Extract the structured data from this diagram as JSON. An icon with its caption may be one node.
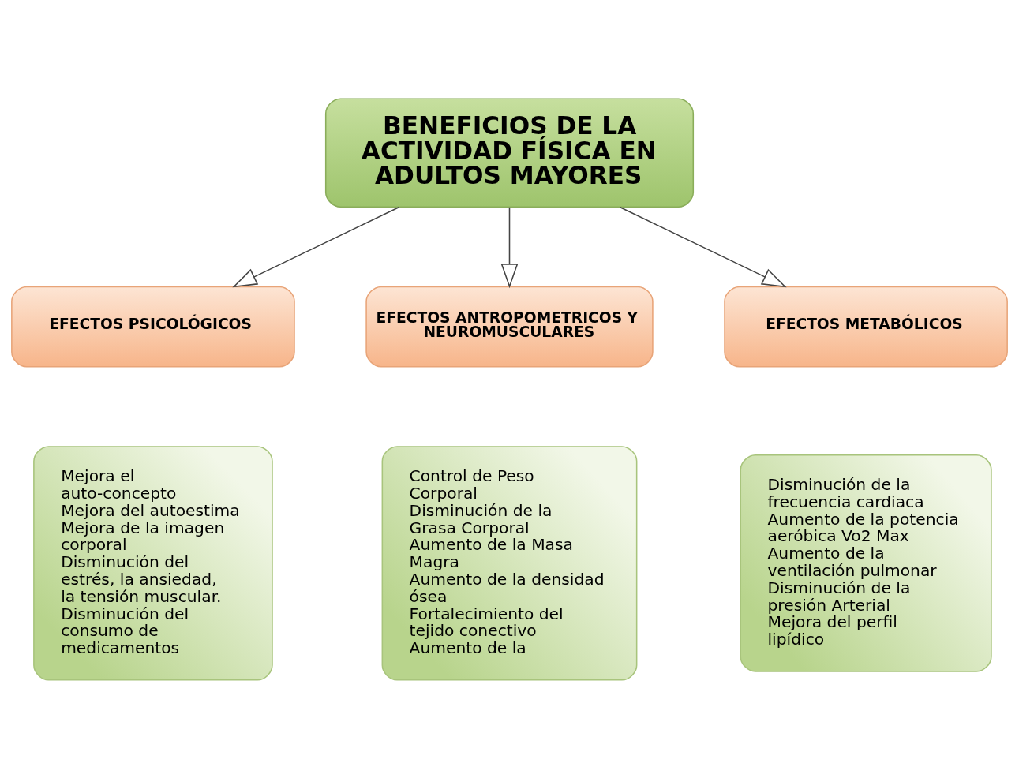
{
  "diagram": {
    "nodes": [
      {
        "text": [
          "BENEFICIOS DE LA ACTIVIDAD FÍSICA EN ADULTOS MAYORES"
        ]
      },
      {
        "text": [
          "EFECTOS PSICOLÓGICOS"
        ]
      },
      {
        "text": [
          "EFECTOS ANTROPOMETRICOS Y NEUROMUSCULARES"
        ]
      },
      {
        "text": [
          "EFECTOS METABÓLICOS"
        ]
      },
      {
        "text": [
          "Mejora el auto-concepto",
          "Mejora del autoestima",
          "Mejora de la imagen corporal",
          "Disminución del estrés, la ansiedad, la tensión muscular.",
          "Disminución del consumo de medicamentos"
        ]
      },
      {
        "text": [
          "Control de Peso Corporal",
          "Disminución de la Grasa Corporal",
          "Aumento de la Masa Magra",
          "Aumento de la densidad ósea",
          "Fortalecimiento del tejido conectivo",
          "Aumento de la"
        ]
      },
      {
        "text": [
          "Disminución de la frecuencia cardiaca",
          "Aumento de la potencia aeróbica Vo2 Max",
          "Aumento de la ventilación pulmonar",
          "Disminución de la presión Arterial",
          "Mejora del perfil lipídico"
        ]
      }
    ],
    "edges": [
      {
        "from": 0,
        "to": 1,
        "arrow": "to"
      },
      {
        "from": 0,
        "to": 2,
        "arrow": "to"
      },
      {
        "from": 0,
        "to": 3,
        "arrow": "to"
      }
    ]
  }
}
